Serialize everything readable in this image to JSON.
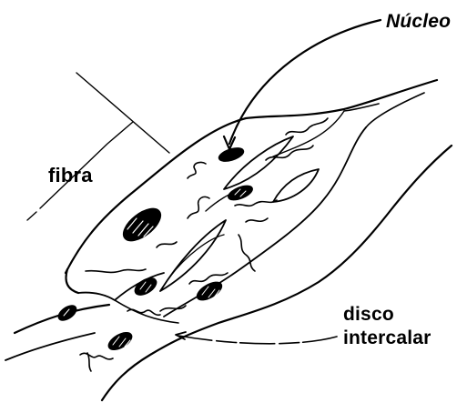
{
  "labels": {
    "nucleo": "Núcleo",
    "fibra": "fibra",
    "disco_line1": "disco",
    "disco_line2": "intercalar"
  },
  "colors": {
    "ink": "#000000",
    "background": "#ffffff"
  }
}
